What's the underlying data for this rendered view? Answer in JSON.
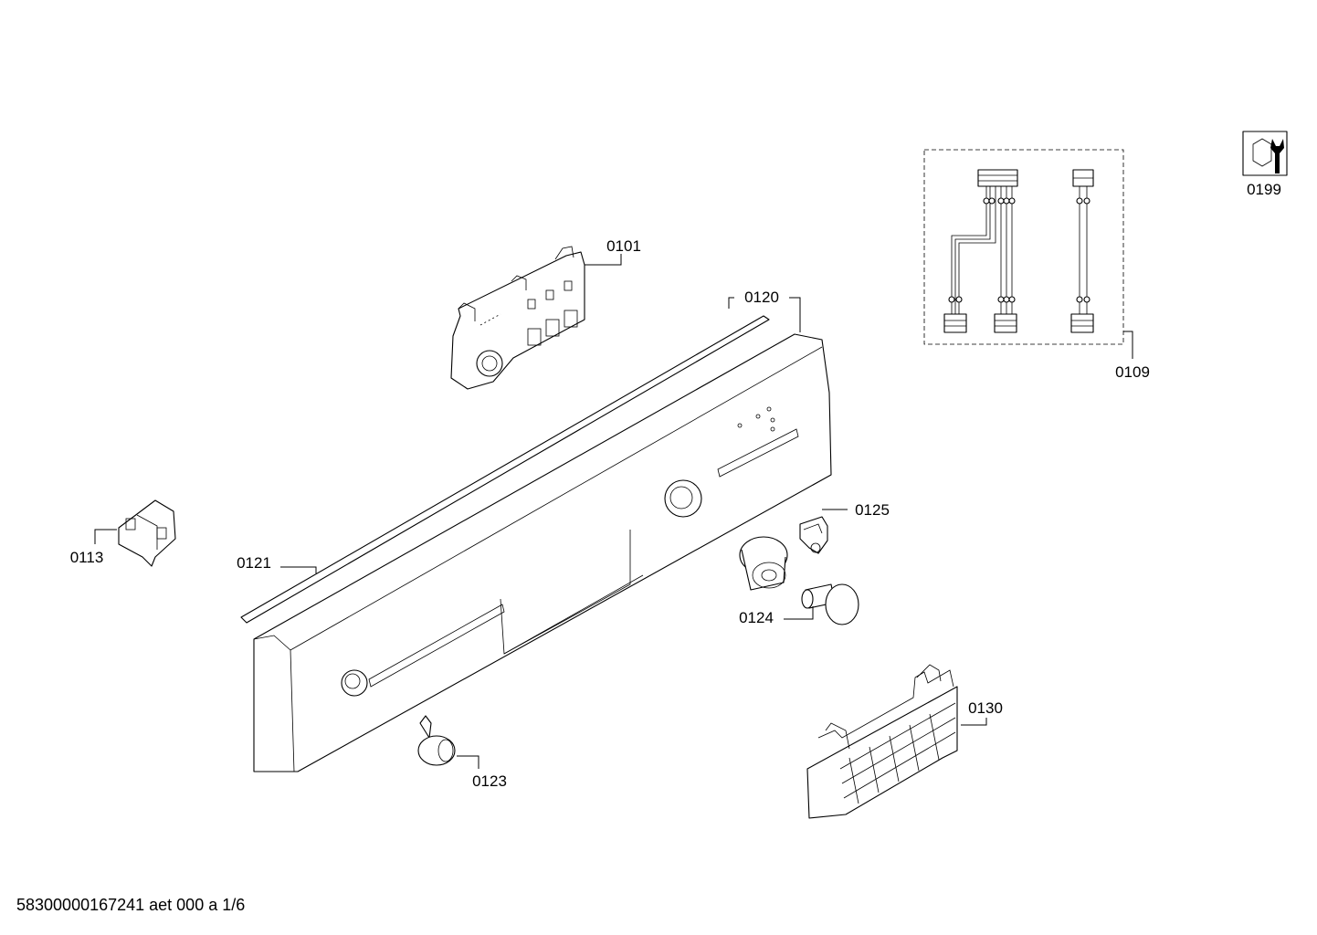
{
  "diagram": {
    "parts": [
      {
        "id": "p0101",
        "label": "0101"
      },
      {
        "id": "p0109",
        "label": "0109"
      },
      {
        "id": "p0113",
        "label": "0113"
      },
      {
        "id": "p0120",
        "label": "0120"
      },
      {
        "id": "p0121",
        "label": "0121"
      },
      {
        "id": "p0123",
        "label": "0123"
      },
      {
        "id": "p0124",
        "label": "0124"
      },
      {
        "id": "p0125",
        "label": "0125"
      },
      {
        "id": "p0130",
        "label": "0130"
      },
      {
        "id": "p0199",
        "label": "0199"
      }
    ],
    "footer": "58300000167241 aet 000 a 1/6"
  }
}
